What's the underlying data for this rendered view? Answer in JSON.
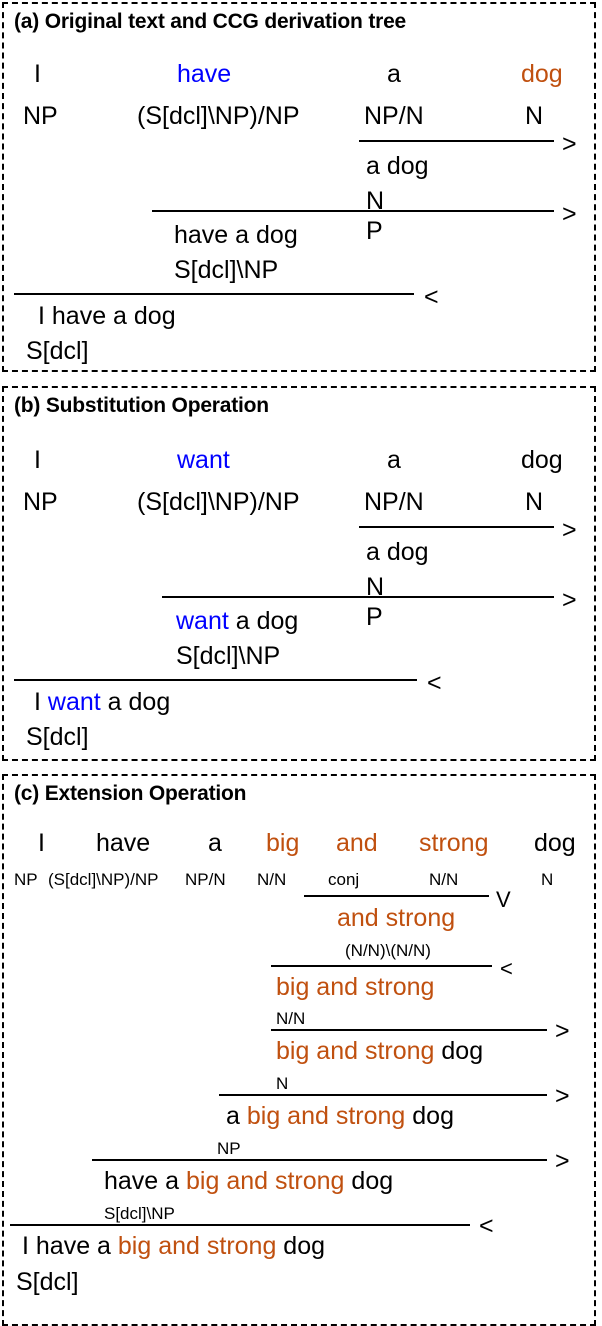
{
  "figure": {
    "colors": {
      "highlight_blue": "#0000FF",
      "highlight_orange": "#C0500F",
      "text": "#000000",
      "background": "#FFFFFF"
    },
    "panels": [
      {
        "id": "a",
        "title": "(a) Original text and CCG derivation tree",
        "words": [
          "I",
          "have",
          "a",
          "dog"
        ],
        "word_colors": [
          "black",
          "blue",
          "black",
          "orange"
        ],
        "categories": [
          "NP",
          "(S[dcl]\\NP)/NP",
          "NP/N",
          "N"
        ],
        "derivation": [
          {
            "rule": ">",
            "span_text": "a dog",
            "span_cat": "NP"
          },
          {
            "rule": ">",
            "span_text": "have a dog",
            "span_cat": "S[dcl]\\NP"
          },
          {
            "rule": "<",
            "span_text": "I have a dog",
            "span_cat": "S[dcl]"
          }
        ],
        "tokens": {
          "a_dog": "a dog",
          "np_upper": "N",
          "np_lower": "P",
          "have_a_dog": "have a dog",
          "sdcl_np": "S[dcl]\\NP",
          "i_have_a_dog": "I have a dog",
          "sdcl": "S[dcl]"
        }
      },
      {
        "id": "b",
        "title": "(b) Substitution Operation",
        "words": [
          "I",
          "want",
          "a",
          "dog"
        ],
        "word_colors": [
          "black",
          "blue",
          "black",
          "black"
        ],
        "categories": [
          "NP",
          "(S[dcl]\\NP)/NP",
          "NP/N",
          "N"
        ],
        "derivation": [
          {
            "rule": ">",
            "span_text": "a dog",
            "span_cat": "NP"
          },
          {
            "rule": ">",
            "span_text": "want a dog",
            "span_cat": "S[dcl]\\NP"
          },
          {
            "rule": "<",
            "span_text": "I want a dog",
            "span_cat": "S[dcl]"
          }
        ],
        "tokens": {
          "a_dog": "a dog",
          "np_upper": "N",
          "np_lower": "P",
          "want": "want",
          "a_dog2": " a dog",
          "sdcl_np": "S[dcl]\\NP",
          "i": "I ",
          "want2": "want",
          "a_dog3": " a dog",
          "sdcl": "S[dcl]"
        }
      },
      {
        "id": "c",
        "title": "(c) Extension Operation",
        "words": [
          "I",
          "have",
          "a",
          "big",
          "and",
          "strong",
          "dog"
        ],
        "word_colors": [
          "black",
          "black",
          "black",
          "orange",
          "orange",
          "orange",
          "black"
        ],
        "categories": [
          "NP",
          "(S[dcl]\\NP)/NP",
          "NP/N",
          "N/N",
          "conj",
          "N/N",
          "N"
        ],
        "derivation": [
          {
            "rule": "V",
            "span_text": "and strong",
            "span_cat": "(N/N)\\(N/N)"
          },
          {
            "rule": "<",
            "span_text": "big and strong",
            "span_cat": "N/N"
          },
          {
            "rule": ">",
            "span_text": "big and strong dog",
            "span_cat": "N"
          },
          {
            "rule": ">",
            "span_text": "a big and strong dog",
            "span_cat": "NP"
          },
          {
            "rule": ">",
            "span_text": "have a big and strong dog",
            "span_cat": "S[dcl]\\NP"
          },
          {
            "rule": "<",
            "span_text": "I have a big and strong dog",
            "span_cat": "S[dcl]"
          }
        ],
        "tokens": {
          "and_strong": "and strong",
          "nn_nn": "(N/N)\\(N/N)",
          "big_and_strong": "big and strong",
          "nn": "N/N",
          "big_and_strong2": "big and strong",
          "dog2": " dog",
          "n": "N",
          "a2": "a ",
          "big_and_strong3": "big and strong",
          "dog3": " dog",
          "np": "NP",
          "have_a": "have a ",
          "big_and_strong4": "big and strong",
          "dog4": " dog",
          "sdcl_np": "S[dcl]\\NP",
          "i_have_a": "I have a ",
          "big_and_strong5": "big and strong",
          "dog5": " dog",
          "sdcl": "S[dcl]"
        }
      }
    ]
  }
}
